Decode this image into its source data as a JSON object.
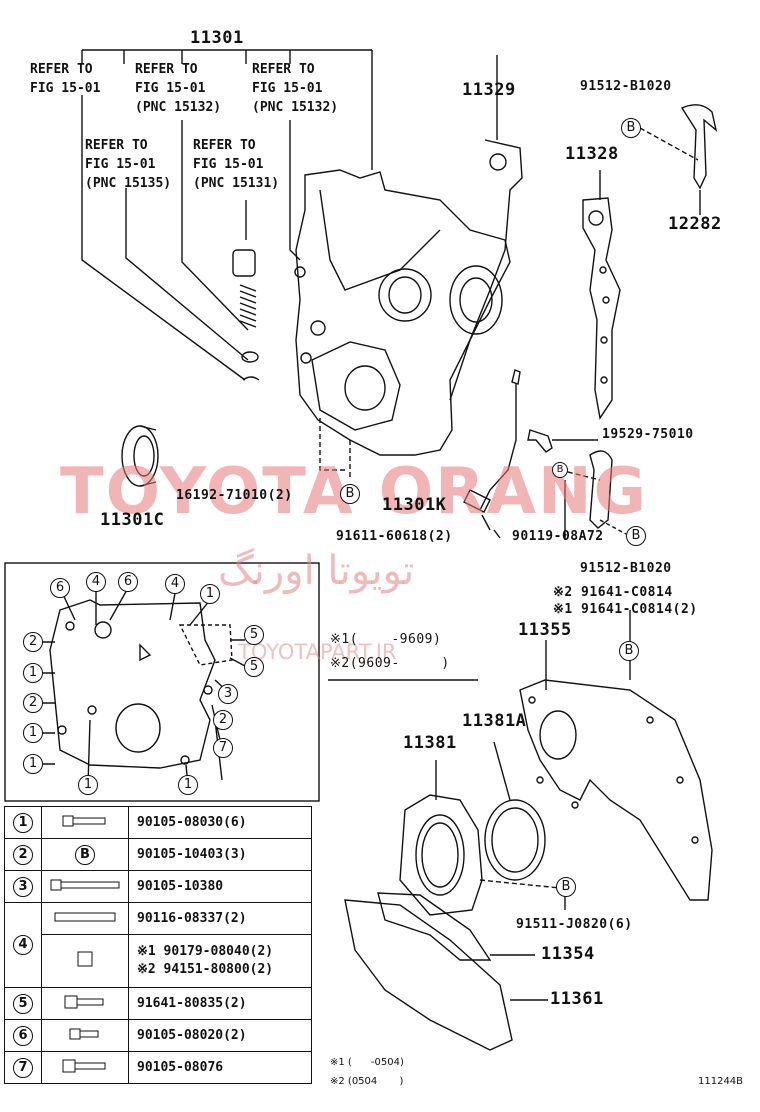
{
  "main_part": "11301",
  "refer_notes": [
    {
      "lines": [
        "REFER TO",
        "FIG 15-01"
      ]
    },
    {
      "lines": [
        "REFER TO",
        "FIG 15-01",
        "(PNC 15132)"
      ]
    },
    {
      "lines": [
        "REFER TO",
        "FIG 15-01",
        "(PNC 15132)"
      ]
    },
    {
      "lines": [
        "REFER TO",
        "FIG 15-01",
        "(PNC 15135)"
      ]
    },
    {
      "lines": [
        "REFER TO",
        "FIG 15-01",
        "(PNC 15131)"
      ]
    }
  ],
  "callouts": {
    "p11329": "11329",
    "p91512_top": "91512-B1020",
    "p11328": "11328",
    "p12282": "12282",
    "p19529": "19529-75010",
    "p16192": "16192-71010(2)",
    "p11301c": "11301C",
    "p11301k": "11301K",
    "p91611": "91611-60618(2)",
    "p90119": "90119-08A72",
    "p91512_bot": "91512-B1020",
    "p91641_c1": "※2 91641-C0814",
    "p91641_c2": "※1 91641-C0814(2)",
    "p11355": "11355",
    "p11381a": "11381A",
    "p11381": "11381",
    "p91511": "91511-J0820(6)",
    "p11354": "11354",
    "p11361": "11361"
  },
  "b_marker": "B",
  "date_legend": {
    "row1": "※1(    -9609)",
    "row2": "※2(9609-     )"
  },
  "key_numbers": {
    "n1": "1",
    "n2": "2",
    "n3": "3",
    "n4": "4",
    "n5": "5",
    "n6": "6",
    "n7": "7"
  },
  "parts_table": [
    {
      "num": "1",
      "pic": "",
      "lines": [
        "90105-08030(6)"
      ]
    },
    {
      "num": "2",
      "pic": "B",
      "lines": [
        "90105-10403(3)"
      ]
    },
    {
      "num": "3",
      "pic": "",
      "lines": [
        "90105-10380"
      ]
    },
    {
      "num": "4",
      "pic": "",
      "lines": [
        "90116-08337(2)"
      ]
    },
    {
      "num": "",
      "pic": "",
      "lines": [
        "※1  90179-08040(2)",
        "※2  94151-80800(2)"
      ]
    },
    {
      "num": "5",
      "pic": "",
      "lines": [
        "91641-80835(2)"
      ]
    },
    {
      "num": "6",
      "pic": "",
      "lines": [
        "90105-08020(2)"
      ]
    },
    {
      "num": "7",
      "pic": "",
      "lines": [
        "90105-08076"
      ]
    }
  ],
  "footnotes": {
    "f1": "※1 (      -0504)",
    "f2": "※2 (0504       )"
  },
  "figure_id": "111244B",
  "watermark": {
    "main": "TOYOTA ORANG",
    "farsi": "تویوتا اورنگ",
    "url": "TOYOTAPART.IR"
  }
}
